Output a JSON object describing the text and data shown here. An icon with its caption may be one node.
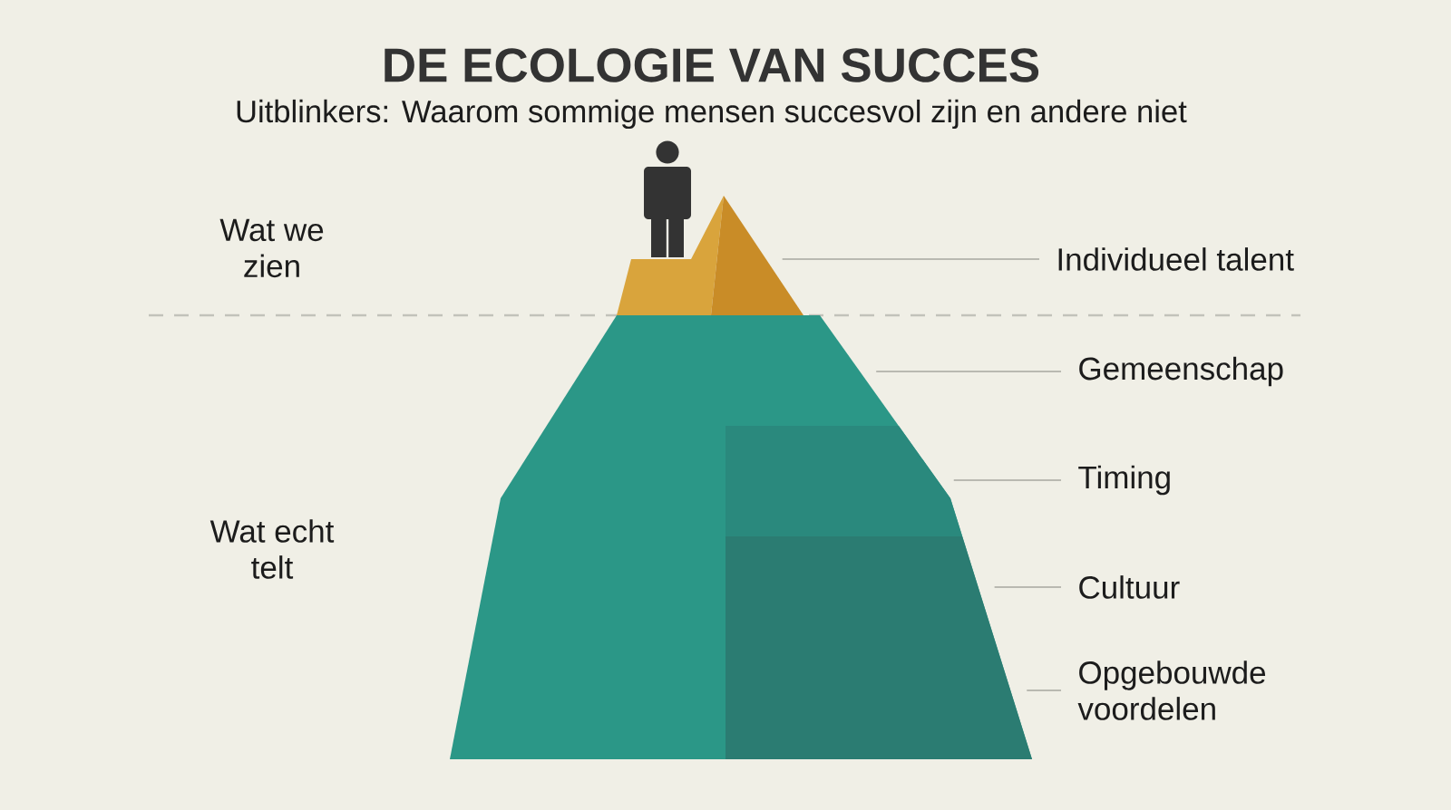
{
  "diagram": {
    "title": "DE ECOLOGIE VAN SUCCES",
    "nodes": [
      {
        "text": [],
        "shape": "triangle"
      },
      {
        "text": [],
        "shape": "trapezoid"
      },
      {
        "text": [
          "Individueel talent"
        ]
      },
      {
        "text": [
          "Gemeenschap"
        ]
      },
      {
        "text": [
          "Timing"
        ]
      },
      {
        "text": [
          "Cultuur"
        ]
      },
      {
        "text": [
          "Opgebouwde voordelen"
        ]
      }
    ],
    "edges": [
      {
        "from": 2,
        "to": 0,
        "arrow": "none"
      },
      {
        "from": 3,
        "to": 1,
        "arrow": "none"
      },
      {
        "from": 4,
        "to": 1,
        "arrow": "none"
      },
      {
        "from": 5,
        "to": 1,
        "arrow": "none"
      },
      {
        "from": 6,
        "to": 1,
        "arrow": "none"
      }
    ],
    "labels": [
      "Uitblinkers: Waarom sommige mensen succesvol zijn en andere niet",
      "Wat we zien",
      "Wat echt telt"
    ]
  }
}
